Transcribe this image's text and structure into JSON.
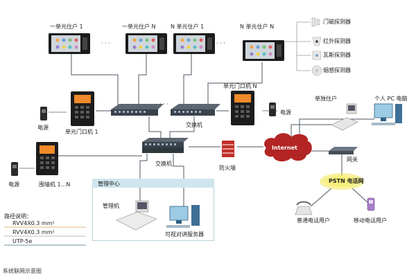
{
  "labels": {
    "unit1_user1": "一单元住户 1",
    "unit1_userN": "一单元住户 N",
    "unitN_user1": "N 单元住户 1",
    "unitN_userN": "N 单元住户 N",
    "door_sensor": "门磁探测器",
    "ir_sensor": "红外探测器",
    "gas_sensor": "瓦斯探测器",
    "smoke_sensor": "烟感探测器",
    "door_station_1": "单元门口机 1",
    "door_station_N": "单元门口机 N",
    "power_1": "电源",
    "power_2": "电源",
    "power_3": "电源",
    "switch_1": "交换机",
    "switch_2": "交换机",
    "wall_station": "围墙机 1...N",
    "firewall": "防火墙",
    "internet": "Internet",
    "single_user": "单独住户",
    "pc": "个人 PC 电脑",
    "gateway": "网关",
    "pstn": "PSTN 电话网",
    "phone_user": "普通电话用户",
    "mobile_user": "移动电话用户",
    "mgmt_center": "管理中心",
    "mgmt_unit": "管理机",
    "server": "可视对讲服务器",
    "dots": "· · ·"
  },
  "legend": {
    "title": "路径说明：",
    "items": [
      {
        "text": "RVV4X0.3 mm²",
        "color": "#e8c49a"
      },
      {
        "text": "RVV4X0.3 mm²",
        "color": "#c9c9c9"
      },
      {
        "text": "UTP-5e",
        "color": "#8aa6b8"
      }
    ]
  },
  "caption": "系统联网示意图",
  "colors": {
    "network_line": "#4b5560",
    "sensor_line": "#b0b0b0",
    "firewall": "#c0312b",
    "pstn_glow": "#f2e64a",
    "cloud": "#b32424",
    "band": "#cfe6ee"
  }
}
